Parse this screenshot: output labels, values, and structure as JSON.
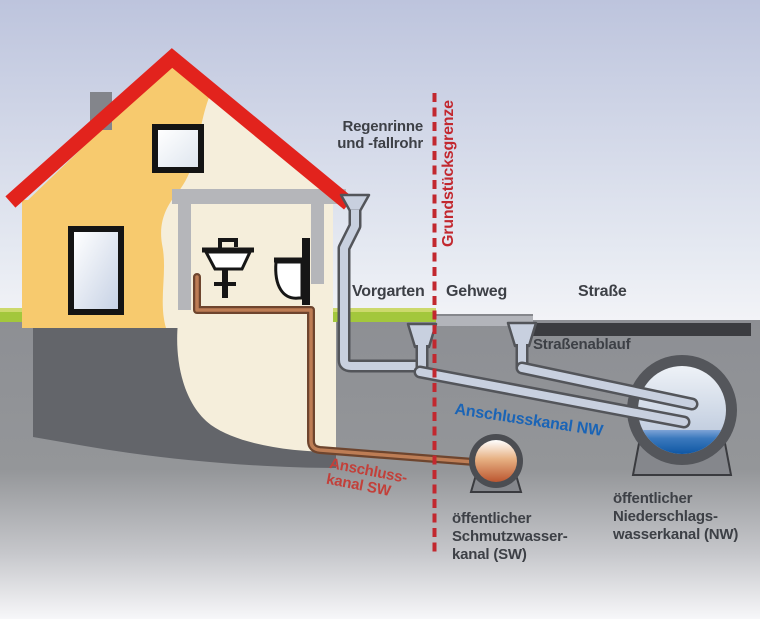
{
  "diagram": {
    "labels": {
      "gutter_line1": "Regenrinne",
      "gutter_line2": "und -fallrohr",
      "property_boundary": "Grundstücksgrenze",
      "front_garden": "Vorgarten",
      "sidewalk": "Gehweg",
      "street": "Straße",
      "street_drain": "Straßenablauf",
      "connection_channel_nw": "Anschlusskanal NW",
      "connection_channel_sw_line1": "Anschluss-",
      "connection_channel_sw_line2": "kanal SW",
      "public_sewer_sw_line1": "öffentlicher",
      "public_sewer_sw_line2": "Schmutzwasser-",
      "public_sewer_sw_line3": "kanal (SW)",
      "public_storm_nw_line1": "öffentlicher",
      "public_storm_nw_line2": "Niederschlags-",
      "public_storm_nw_line3": "wasserkanal (NW)"
    },
    "colors": {
      "sky_top": "#bdc4dd",
      "roof_red": "#e2231d",
      "wall_yellow": "#f7ca6e",
      "cutaway_cream": "#f5eedb",
      "grass_green": "#a3c73c",
      "ground_gray": "#8d8f94",
      "foundation_gray": "#63656a",
      "street_dark": "#3b3c40",
      "pipe_fill": "#c8d0df",
      "pipe_outline": "#53555a",
      "sw_pipe_brown": "#6e452e",
      "boundary_red": "#c2282f",
      "nw_text_blue": "#1a64b6",
      "sw_text_red": "#c2403a",
      "water_blue": "#0f57a4",
      "sw_fluid_orange": "#bb5630",
      "label_dark": "#3d4046"
    }
  }
}
